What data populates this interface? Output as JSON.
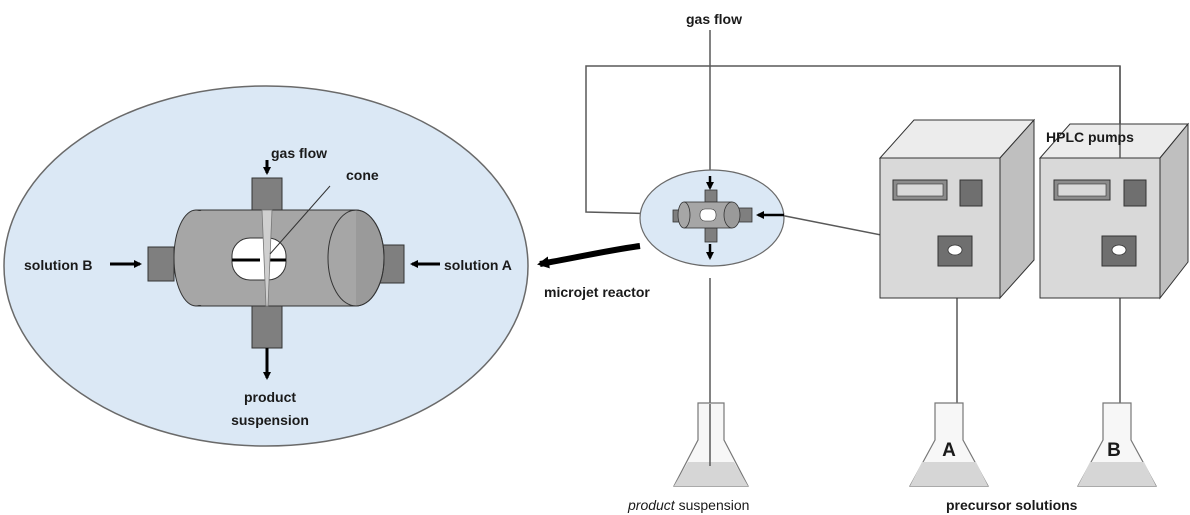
{
  "labels": {
    "gas_flow_top": "gas flow",
    "hplc_pumps": "HPLC pumps",
    "gas_flow_inset": "gas flow",
    "cone": "cone",
    "solution_b": "solution B",
    "solution_a": "solution A",
    "microjet_reactor": "microjet reactor",
    "product_line1": "product",
    "product_line2": "suspension",
    "product_suspension_italic": "product",
    "product_suspension_rest": " suspension",
    "precursor_solutions": "precursor solutions",
    "flask_a": "A",
    "flask_b": "B"
  },
  "colors": {
    "ellipse_fill": "#dbe8f5",
    "cylinder": "#a6a6a6",
    "port": "#7f7f7f",
    "pump_front": "#d9d9d9",
    "pump_side": "#bfbfbf",
    "pump_top": "#ececec",
    "line": "#595959",
    "arrow": "#000000"
  }
}
